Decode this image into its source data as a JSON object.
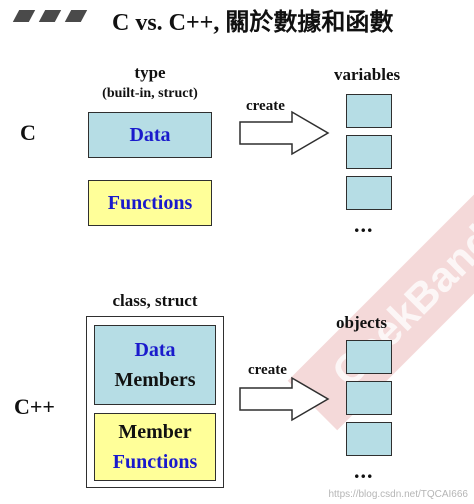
{
  "title": "C vs. C++, 關於數據和函數",
  "c_section": {
    "label": "C",
    "type_label": "type",
    "type_sub": "(built-in, struct)",
    "data_label": "Data",
    "functions_label": "Functions",
    "create_label": "create",
    "variables_label": "variables",
    "ellipsis": "..."
  },
  "cpp_section": {
    "label": "C++",
    "class_label": "class, struct",
    "data_label": "Data",
    "members_label": "Members",
    "member_label": "Member",
    "functions_label": "Functions",
    "create_label": "create",
    "objects_label": "objects",
    "ellipsis": "..."
  },
  "watermark": "GeekBand",
  "footer": "https://blog.csdn.net/TQCAI666",
  "colors": {
    "data_box": "#b6dde5",
    "functions_box": "#ffff99",
    "blue_text": "#1a1acc"
  }
}
